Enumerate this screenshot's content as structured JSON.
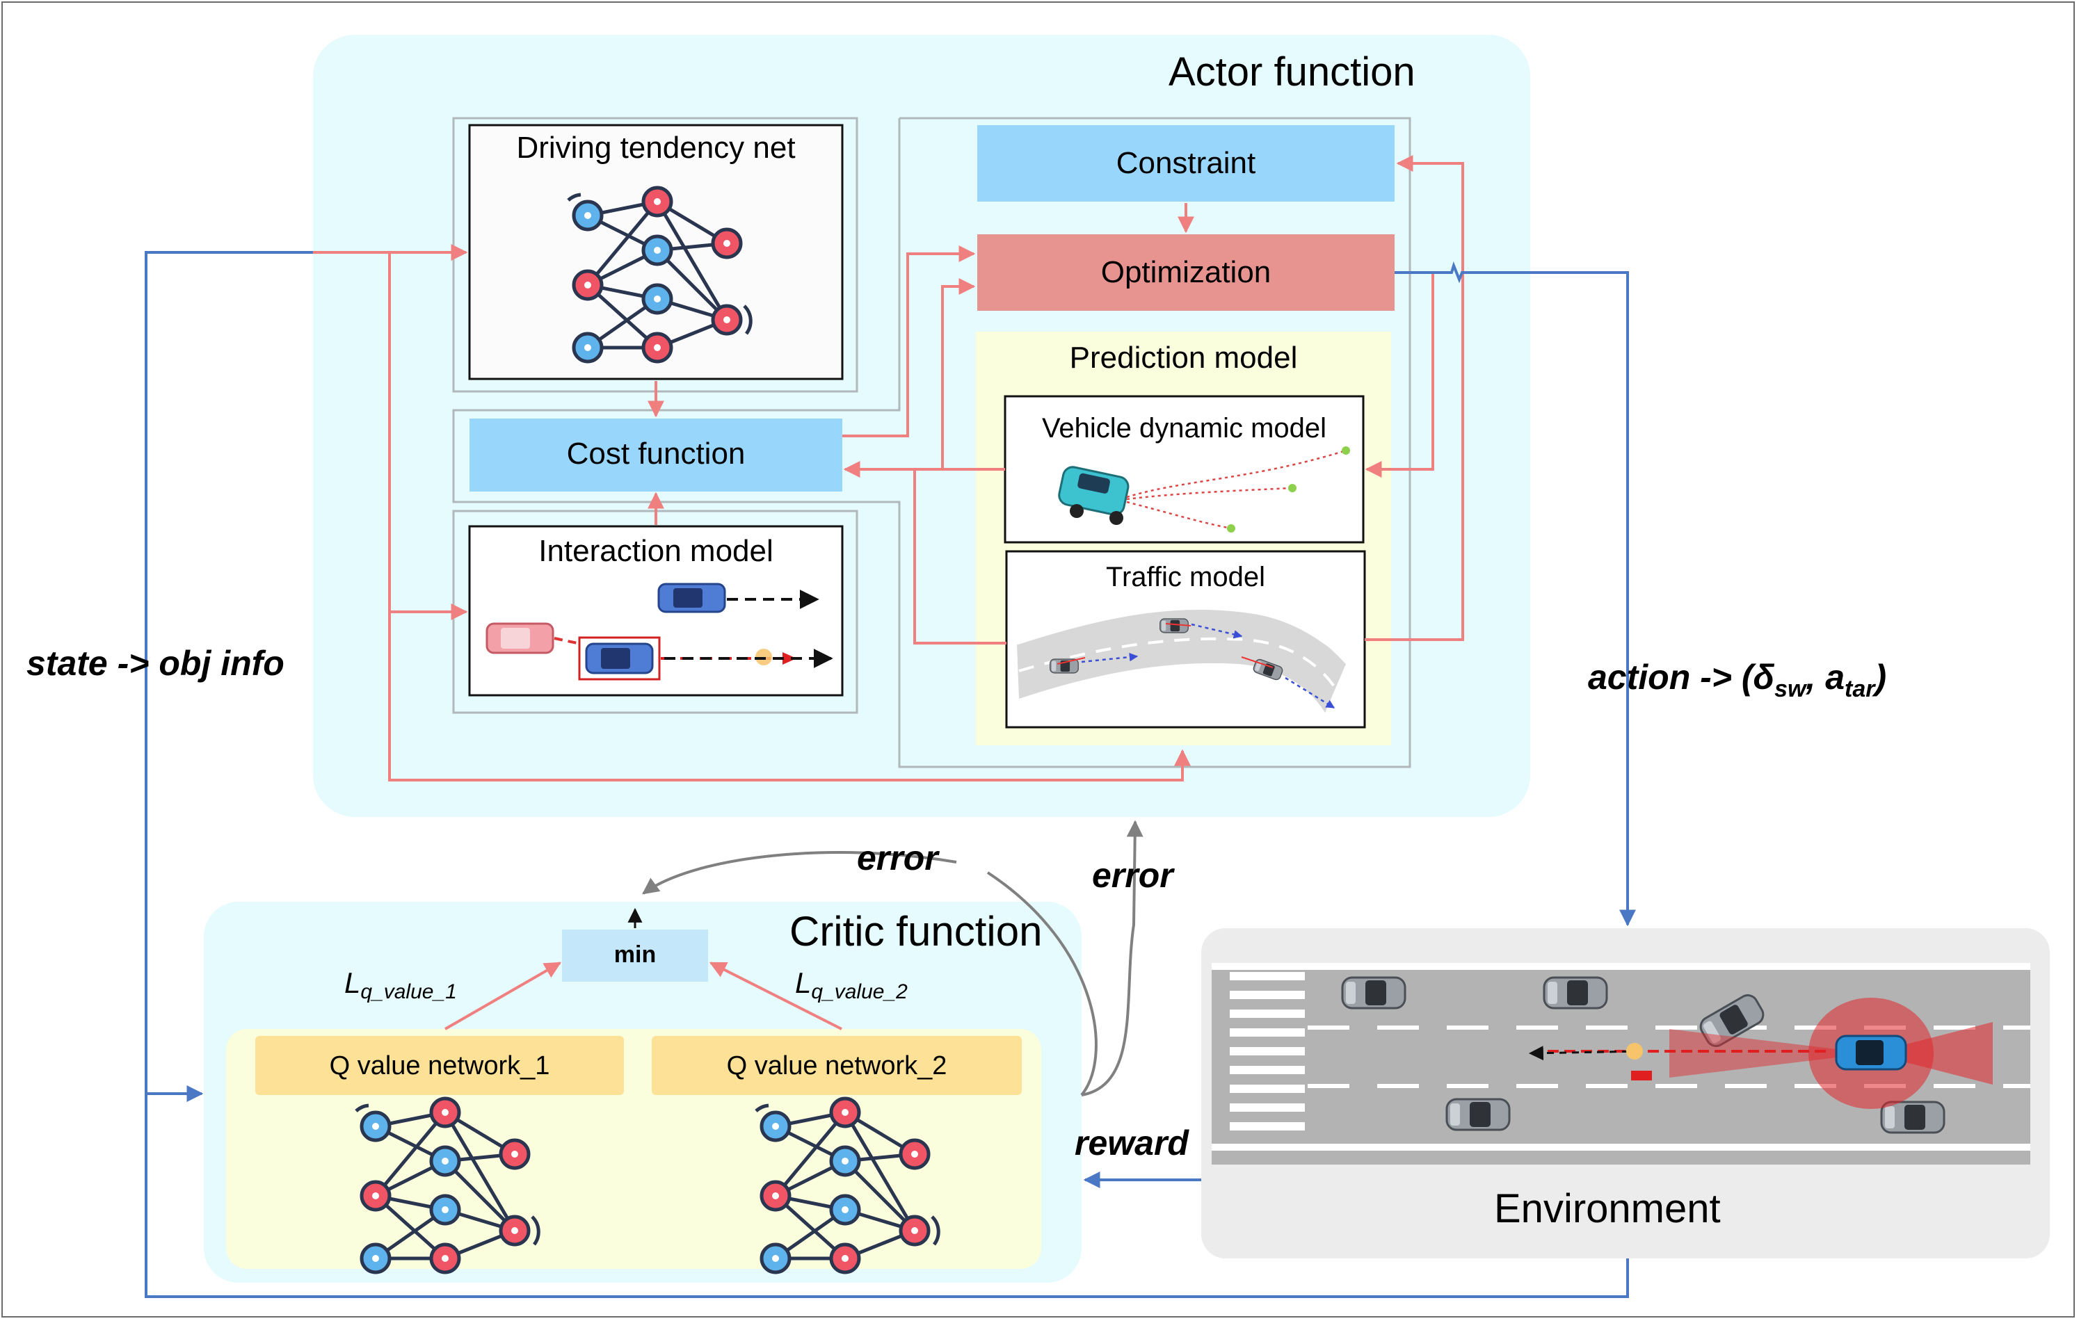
{
  "colors": {
    "panel_cyan": "#e5fbfd",
    "panel_yellow": "#fbfedc",
    "box_blue": "#99d6fc",
    "box_red": "#e79490",
    "box_orange": "#fde196",
    "min_blue": "#c4e7fa",
    "arrow_red": "#f08080",
    "arrow_blue": "#4a78c4",
    "arrow_gray": "#808080",
    "env_gray": "#ececec"
  },
  "actor": {
    "title": "Actor function",
    "driving_tendency_net": "Driving tendency net",
    "constraint": "Constraint",
    "optimization": "Optimization",
    "prediction_model": "Prediction model",
    "vehicle_dynamic_model": "Vehicle dynamic model",
    "traffic_model": "Traffic model",
    "cost_function": "Cost function",
    "interaction_model": "Interaction model"
  },
  "critic": {
    "title": "Critic function",
    "min": "min",
    "loss_1": "L",
    "loss_1_sub": "q_value_1",
    "loss_2": "L",
    "loss_2_sub": "q_value_2",
    "q1": "Q value network_1",
    "q2": "Q value network_2"
  },
  "environment": {
    "title": "Environment"
  },
  "signals": {
    "state": "state -> obj info",
    "action_prefix": "action -> (",
    "action_delta": "δ",
    "action_delta_sub": "sw",
    "action_sep": ", ",
    "action_a": "a",
    "action_a_sub": "tar",
    "action_suffix": ")",
    "error_1": "error",
    "error_2": "error",
    "reward": "reward"
  },
  "icons": {
    "neural_net": "neural-network-icon",
    "car": "car-icon",
    "road": "road-icon"
  }
}
